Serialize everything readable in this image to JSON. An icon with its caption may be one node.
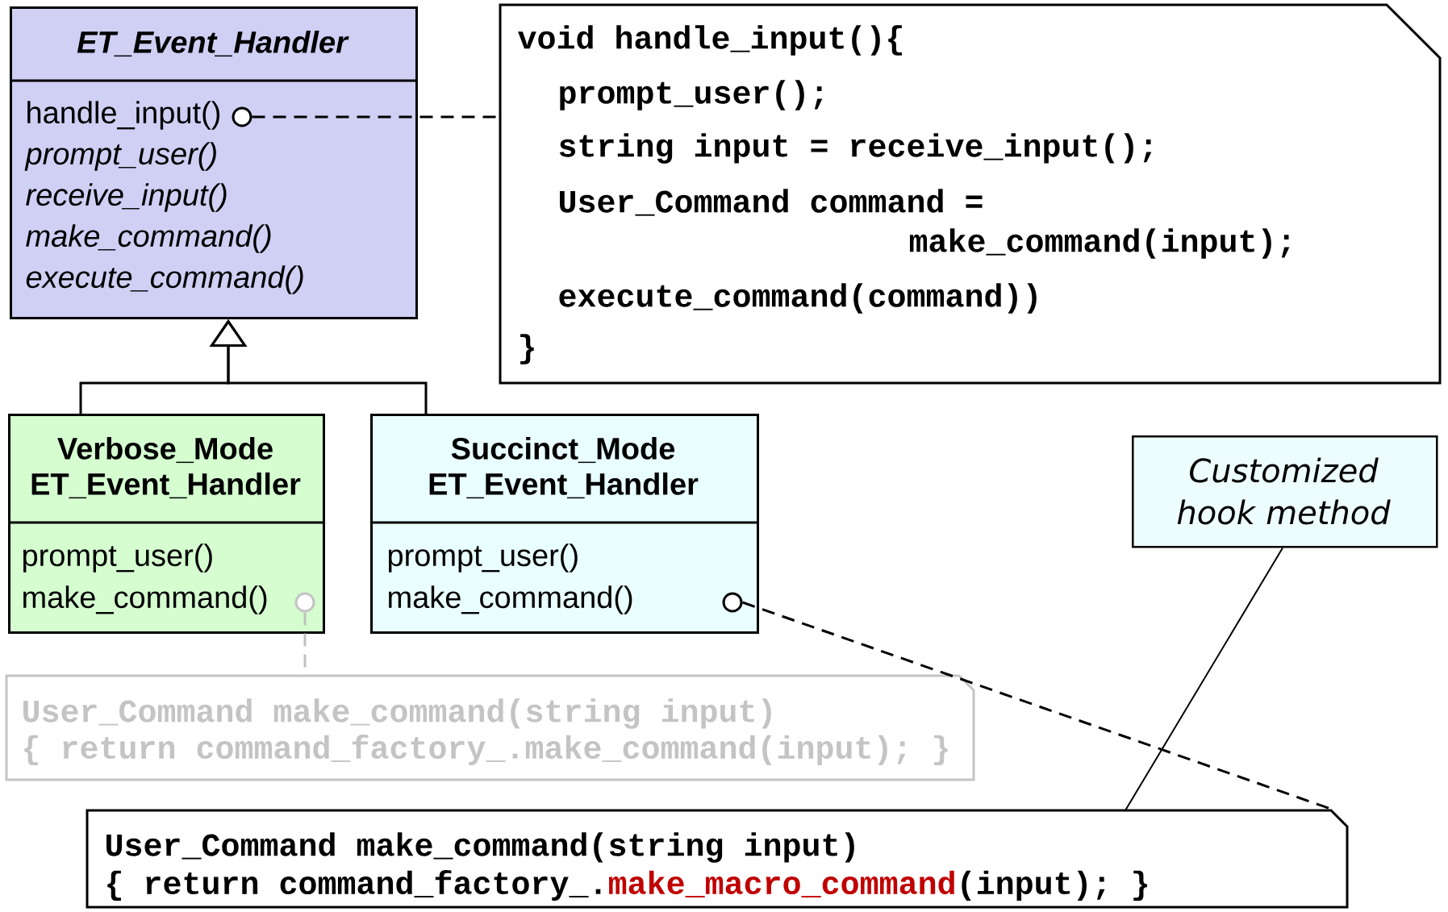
{
  "diagram": {
    "nodes": [
      {
        "text": [
          "ET_Event_Handler",
          "handle_input()",
          "prompt_user()",
          "receive_input()",
          "make_command()",
          "execute_command()"
        ]
      },
      {
        "text": [],
        "shape": "circle",
        "in": 0
      },
      {
        "text": [
          "void handle_input(){",
          "prompt_user();",
          "string input = receive_input();",
          "User_Command command =",
          "make_command(input);",
          "execute_command(command))",
          "}"
        ]
      },
      {
        "text": [
          "Verbose_Mode ET_Event_Handler",
          "prompt_user()",
          "make_command()"
        ]
      },
      {
        "text": [],
        "shape": "circle",
        "in": 3
      },
      {
        "text": [
          "Succinct_Mode ET_Event_Handler",
          "prompt_user()",
          "make_command()"
        ]
      },
      {
        "text": [],
        "shape": "circle",
        "in": 5
      },
      {
        "text": [
          "User_Command make_command(string input)",
          "{ return command_factory_.make_command(input); }"
        ]
      },
      {
        "text": [
          "Customized hook method"
        ]
      },
      {
        "text": [
          "User_Command make_command(string input)",
          "{ return command_factory_.",
          "make_macro_command",
          "(input); }"
        ]
      }
    ],
    "edges": [
      {
        "from": 1,
        "to": 2,
        "arrow": "none",
        "style": "dashed"
      },
      {
        "from": 3,
        "to": 0,
        "arrow": "to"
      },
      {
        "from": 5,
        "to": 0,
        "arrow": "to"
      },
      {
        "from": 4,
        "to": 7,
        "arrow": "none",
        "style": "dashed",
        "color": "#c0c0c0"
      },
      {
        "from": 6,
        "to": 9,
        "arrow": "none",
        "style": "dashed"
      },
      {
        "from": 8,
        "to": 9,
        "arrow": "none"
      }
    ]
  }
}
